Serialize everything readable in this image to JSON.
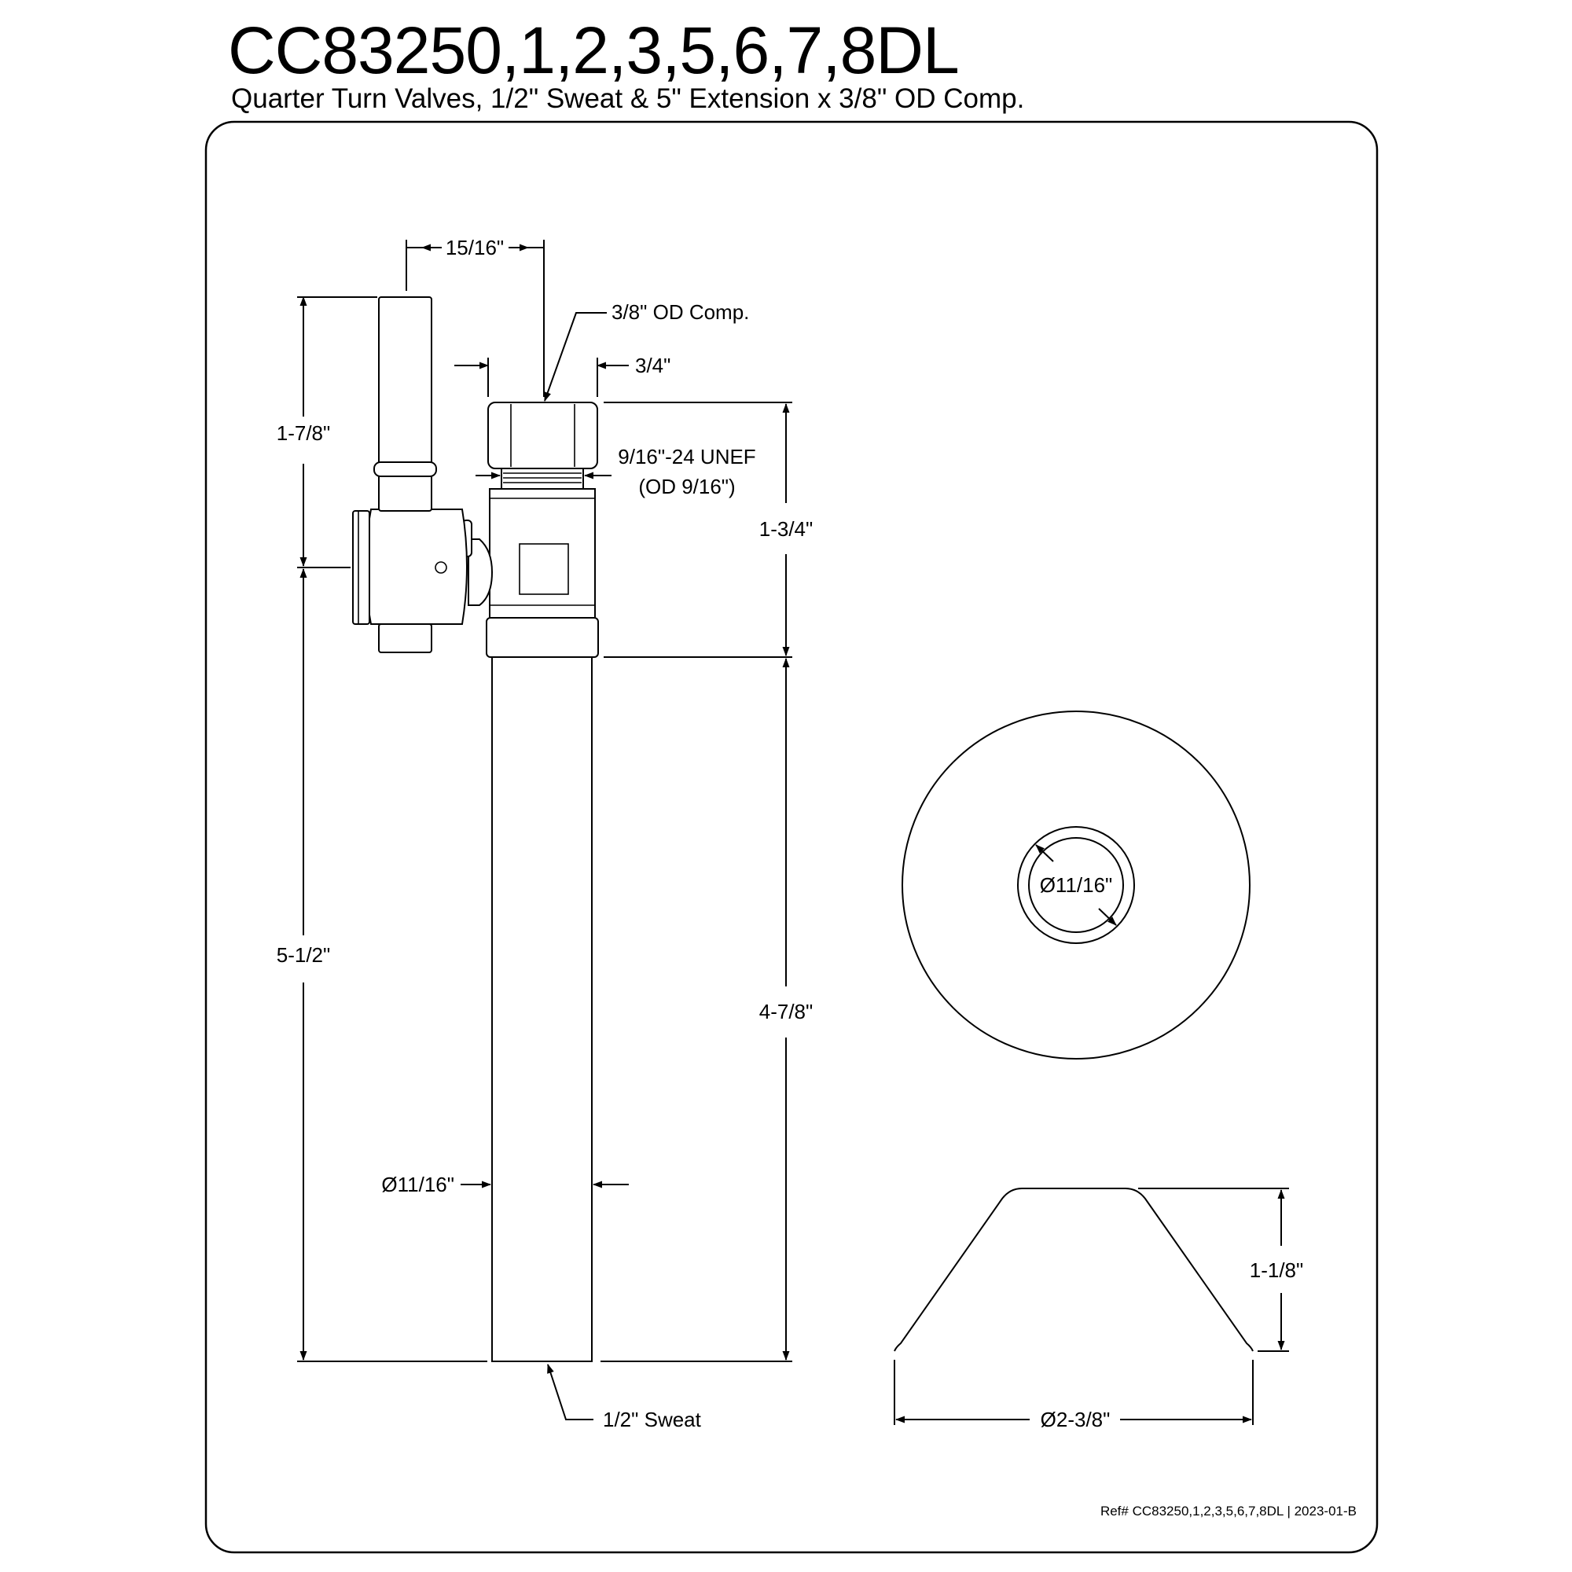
{
  "header": {
    "title": "CC83250,1,2,3,5,6,7,8DL",
    "subtitle": "Quarter Turn Valves, 1/2\" Sweat & 5\" Extension x 3/8\" OD Comp."
  },
  "dimensions": {
    "top_width": "15/16\"",
    "outlet_label": "3/8\" OD Comp.",
    "nut_width": "3/4\"",
    "thread": "9/16\"-24 UNEF",
    "thread_od": "(OD 9/16\")",
    "handle_height": "1-7/8\"",
    "body_height": "1-3/4\"",
    "overall_length": "5-1/2\"",
    "extension_length": "4-7/8\"",
    "tube_diameter": "Ø11/16\"",
    "inlet_label": "1/2\" Sweat",
    "flange_hole_diameter": "Ø11/16\"",
    "flange_height": "1-1/8\"",
    "flange_diameter": "Ø2-3/8\""
  },
  "footer": {
    "reference": "Ref# CC83250,1,2,3,5,6,7,8DL | 2023-01-B"
  }
}
